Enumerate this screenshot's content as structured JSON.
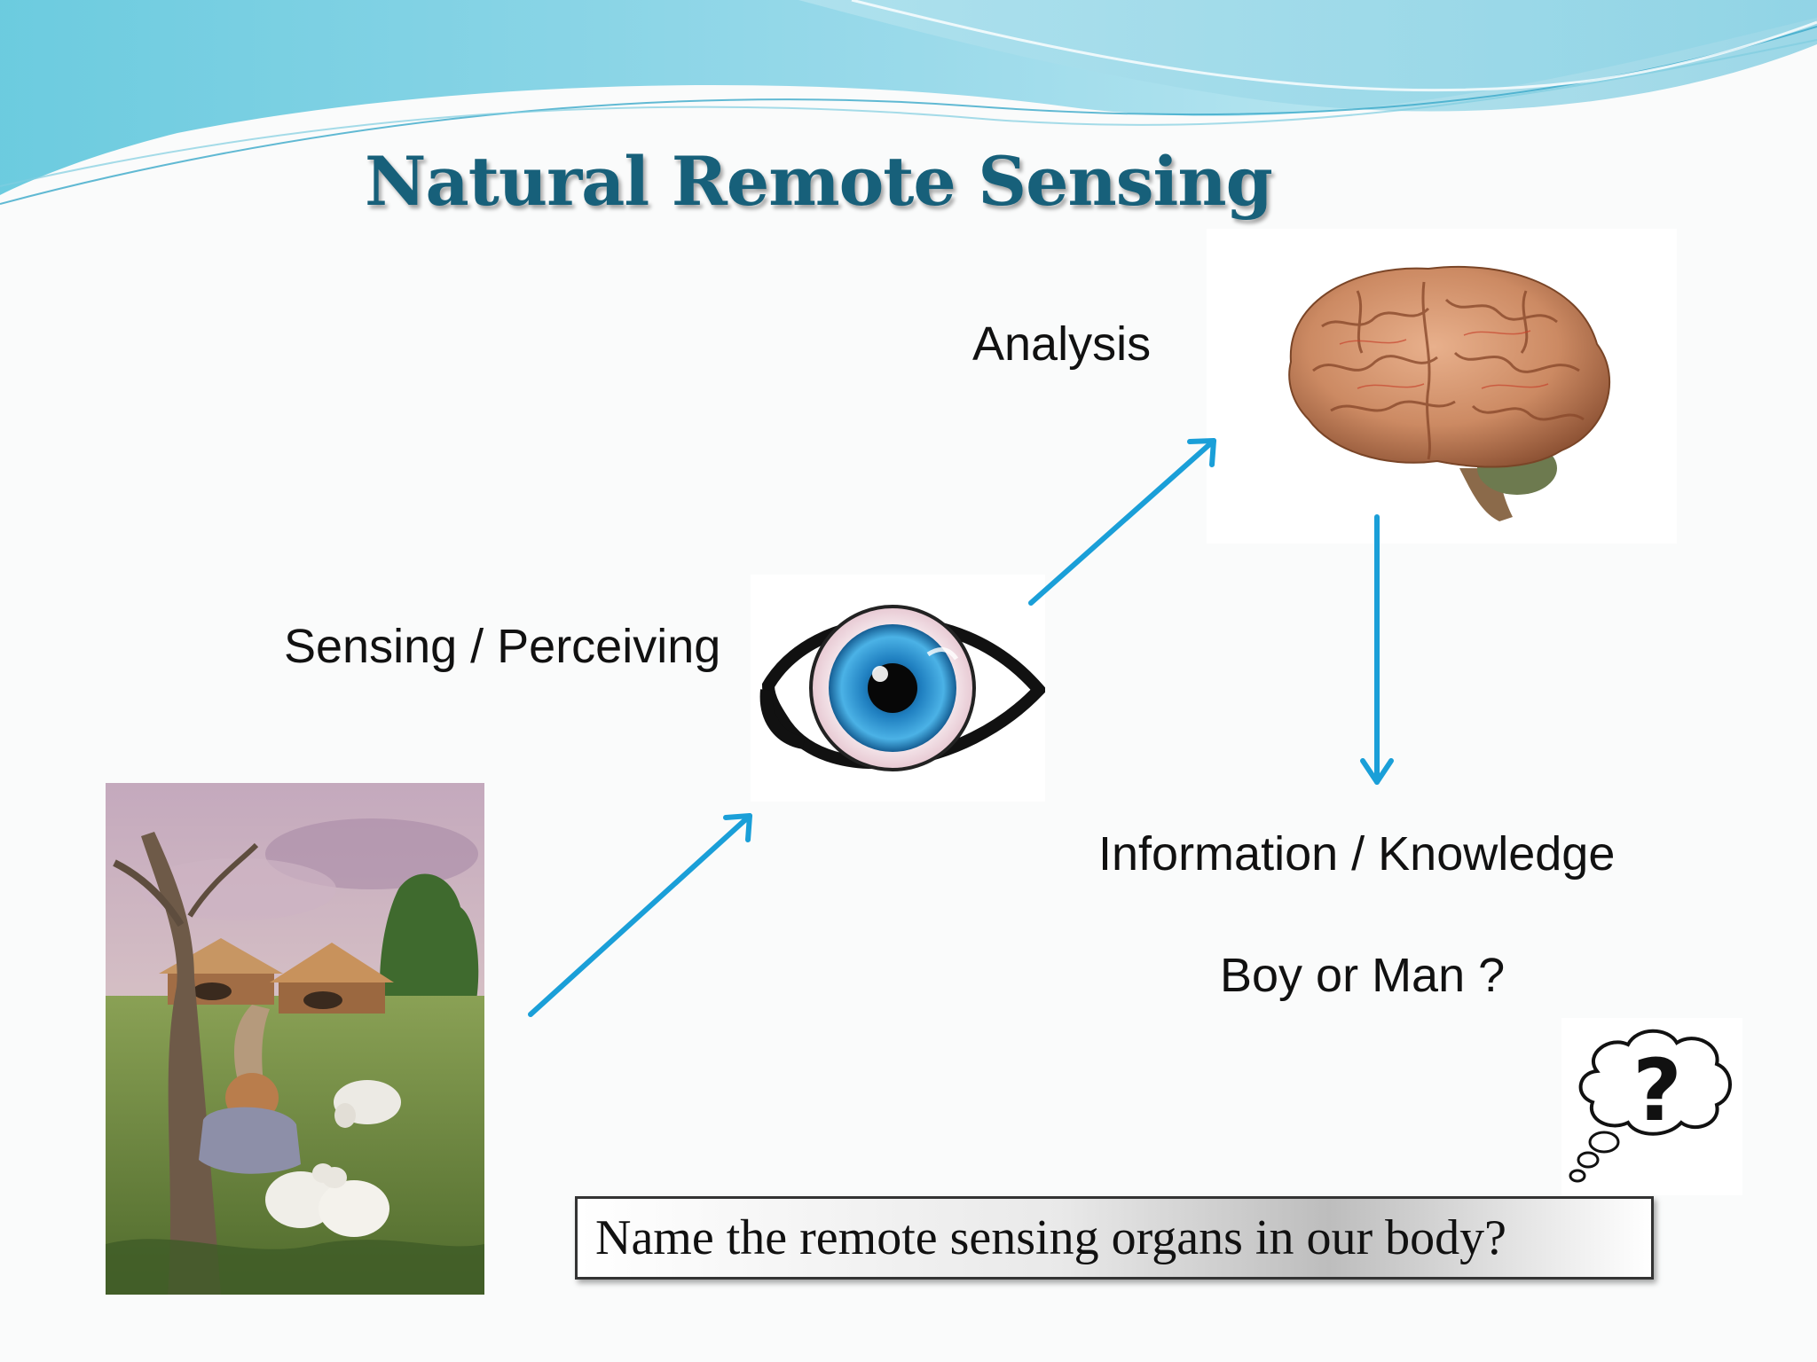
{
  "slide": {
    "title": "Natural Remote Sensing",
    "labels": {
      "analysis": "Analysis",
      "sensing": "Sensing / Perceiving",
      "information": "Information / Knowledge",
      "boy_or_man": "Boy or Man ?"
    },
    "question": "Name the remote sensing organs in our body?"
  },
  "icons": {
    "brain": "brain-icon",
    "eye": "eye-icon",
    "thought_bubble": "question-thought-bubble-icon",
    "painting": "illusion-painting-image"
  },
  "colors": {
    "title": "#17607a",
    "arrow": "#1a9fd8",
    "wave_light": "#9fdcea",
    "wave_dark": "#57b9d6"
  }
}
